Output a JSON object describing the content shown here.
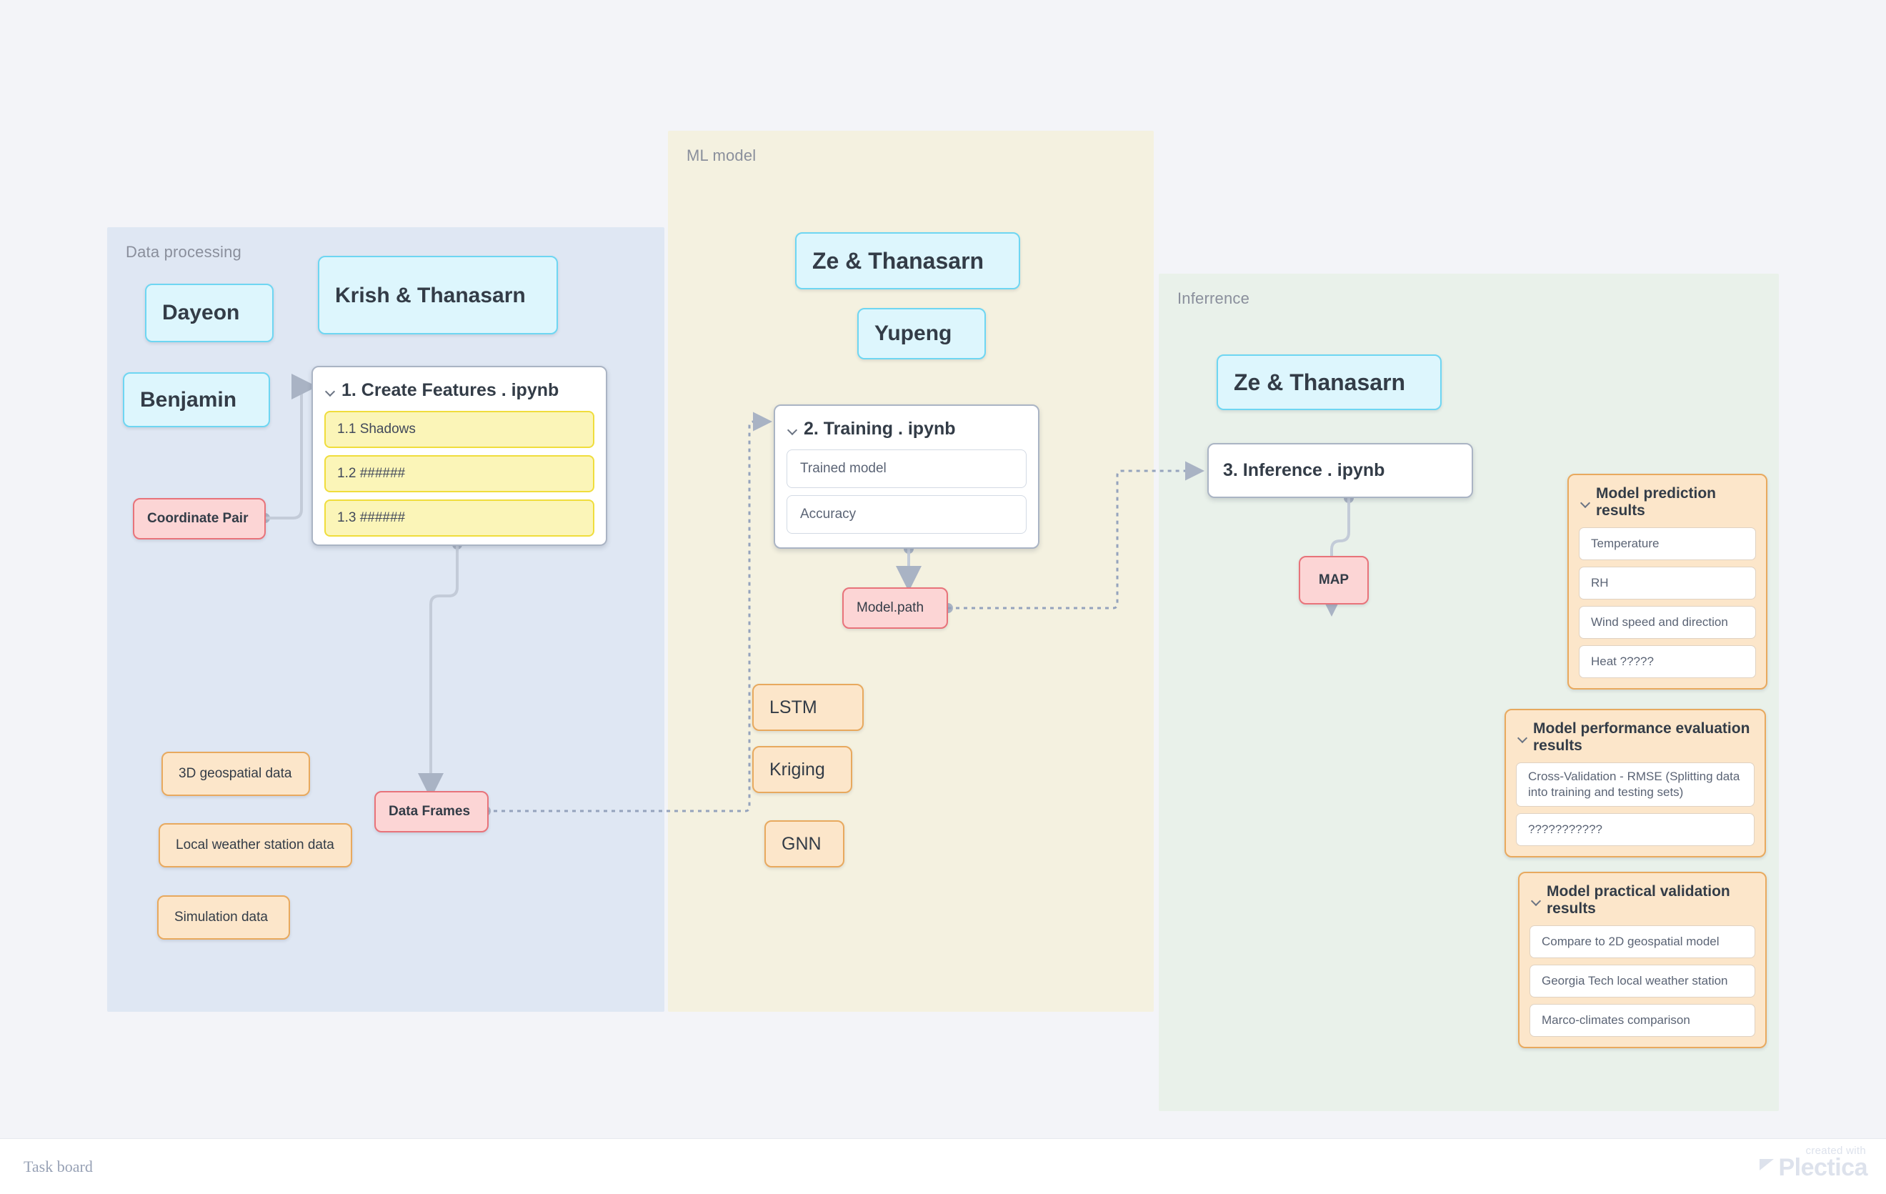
{
  "board": {
    "title": "Task board",
    "watermark_prefix": "created with",
    "watermark_brand": "Plectica"
  },
  "colors": {
    "canvas": "#f3f4f8",
    "group_data": "#dfe7f3",
    "group_ml": "#f4f1e0",
    "group_inference": "#e9f1ea",
    "cyan_fill": "#ddf6fd",
    "cyan_border": "#6ed6f2",
    "red_fill": "#fcd5d5",
    "red_border": "#e8737a",
    "orange_fill": "#fce6ca",
    "orange_border": "#e8a95e",
    "yellow_fill": "#fbf5b8",
    "yellow_border": "#f0dd3c",
    "white_card_border": "#aab4c4"
  },
  "groups": {
    "data_processing": {
      "label": "Data processing"
    },
    "ml_model": {
      "label": "ML model"
    },
    "inference": {
      "label": "Inferrence"
    }
  },
  "data_processing": {
    "people": [
      {
        "name": "Dayeon"
      },
      {
        "name": "Krish & Thanasarn"
      },
      {
        "name": "Benjamin"
      }
    ],
    "coordinate_pair": "Coordinate Pair",
    "notebook": {
      "title": "1. Create Features . ipynb",
      "items": [
        {
          "label": "1.1 Shadows"
        },
        {
          "label": "1.2 ######"
        },
        {
          "label": "1.3 ######"
        }
      ]
    },
    "sources": [
      {
        "label": "3D geospatial data"
      },
      {
        "label": "Local weather station data"
      },
      {
        "label": "Simulation data"
      }
    ],
    "data_frames": "Data Frames"
  },
  "ml_model": {
    "people": [
      {
        "name": "Ze & Thanasarn"
      },
      {
        "name": "Yupeng"
      }
    ],
    "notebook": {
      "title": "2. Training . ipynb",
      "items": [
        {
          "label": "Trained model"
        },
        {
          "label": "Accuracy"
        }
      ]
    },
    "model_path": "Model.path",
    "methods": [
      {
        "label": "LSTM"
      },
      {
        "label": "Kriging"
      },
      {
        "label": "GNN"
      }
    ]
  },
  "inference": {
    "people": [
      {
        "name": "Ze & Thanasarn"
      }
    ],
    "notebook": {
      "title": "3. Inference . ipynb"
    },
    "map": "MAP",
    "panels": [
      {
        "title": "Model prediction results",
        "items": [
          {
            "label": "Temperature"
          },
          {
            "label": "RH"
          },
          {
            "label": "Wind speed and direction"
          },
          {
            "label": "Heat ?????"
          }
        ]
      },
      {
        "title": "Model performance evaluation results",
        "items": [
          {
            "label": "Cross-Validation - RMSE (Splitting data into training and testing sets)"
          },
          {
            "label": "???????????"
          }
        ]
      },
      {
        "title": "Model practical validation results",
        "items": [
          {
            "label": "Compare to 2D geospatial model"
          },
          {
            "label": "Georgia Tech local weather station"
          },
          {
            "label": "Marco-climates comparison"
          }
        ]
      }
    ]
  }
}
